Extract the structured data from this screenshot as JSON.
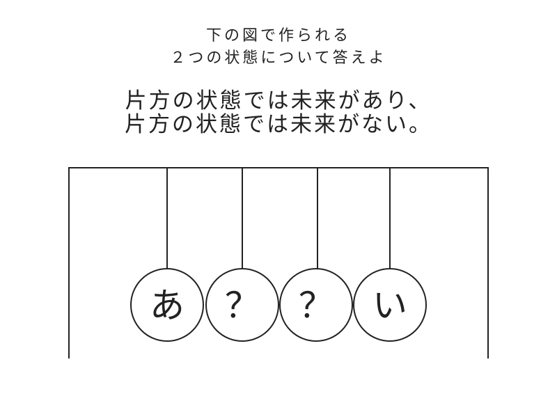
{
  "prompt": {
    "line1": "下の図で作られる",
    "line2": "２つの状態について答えよ"
  },
  "statement": {
    "line1": "片方の状態では未来があり、",
    "line2": "片方の状態では未来がない。"
  },
  "balls": [
    {
      "label": "あ"
    },
    {
      "label": "？"
    },
    {
      "label": "？"
    },
    {
      "label": "い"
    }
  ]
}
